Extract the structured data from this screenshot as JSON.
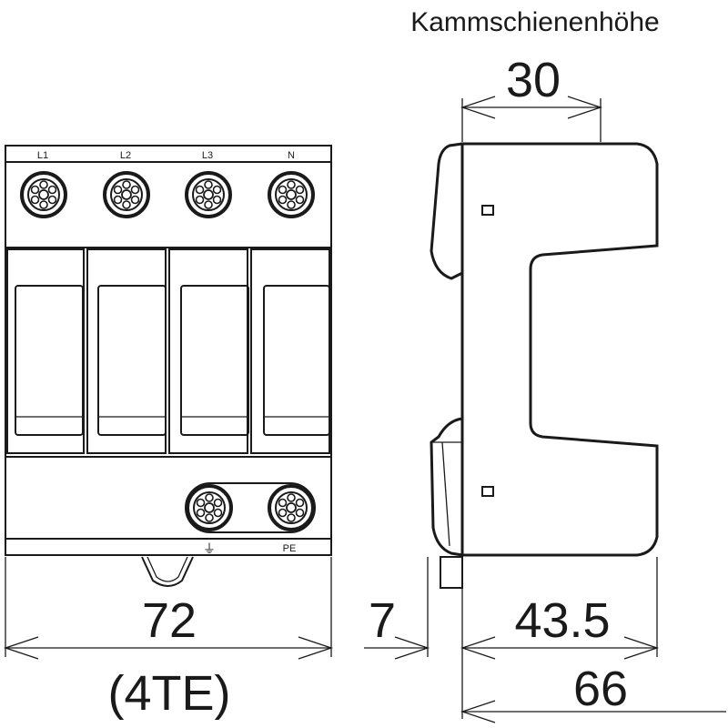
{
  "front_view": {
    "terminal_labels": [
      "L1",
      "L2",
      "L3",
      "N"
    ],
    "ground_symbol": "⏚",
    "pe_label": "PE"
  },
  "side_view": {
    "title": "Kammschienenhöhe"
  },
  "dimensions": {
    "comb_height": "30",
    "width": "72",
    "width_modules": "(4TE)",
    "rail_offset": "7",
    "depth_front": "43.5",
    "depth_total": "66"
  }
}
